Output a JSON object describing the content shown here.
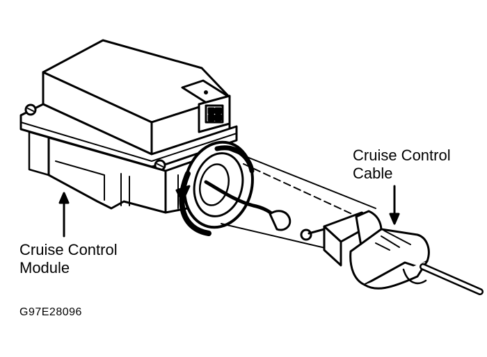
{
  "labels": {
    "cable_line1": "Cruise Control",
    "cable_line2": "Cable",
    "module_line1": "Cruise Control",
    "module_line2": "Module"
  },
  "figure_code": "G97E28096",
  "colors": {
    "ink": "#000000",
    "paper": "#ffffff"
  }
}
